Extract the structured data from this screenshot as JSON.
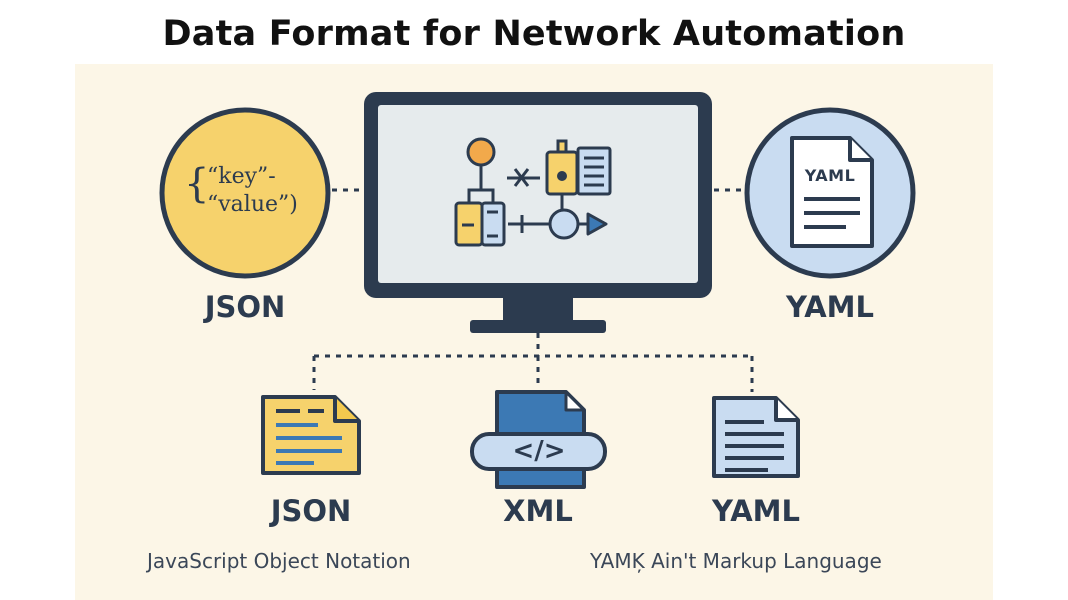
{
  "title": "Data Format for Network Automation",
  "json_bubble": {
    "brace": "{",
    "line1": "“key”-",
    "line2": "“value”)"
  },
  "yaml_doc_text": "YAML",
  "top_labels": {
    "left": "JSON",
    "right": "YAML"
  },
  "bottom_labels": {
    "json": "JSON",
    "xml": "XML",
    "yaml": "YAML"
  },
  "xml_tag": "</>",
  "subtitles": {
    "json": "JavaScript Object Notation",
    "yaml": "YAMĶ Ain't Markup Language"
  },
  "colors": {
    "navy": "#2c3b4f",
    "json_yellow": "#f6d26c",
    "yaml_blue": "#c9dcf1",
    "xml_blue": "#3c79b4",
    "orange": "#f2a94b",
    "panel_bg": "#fcf6e7"
  }
}
